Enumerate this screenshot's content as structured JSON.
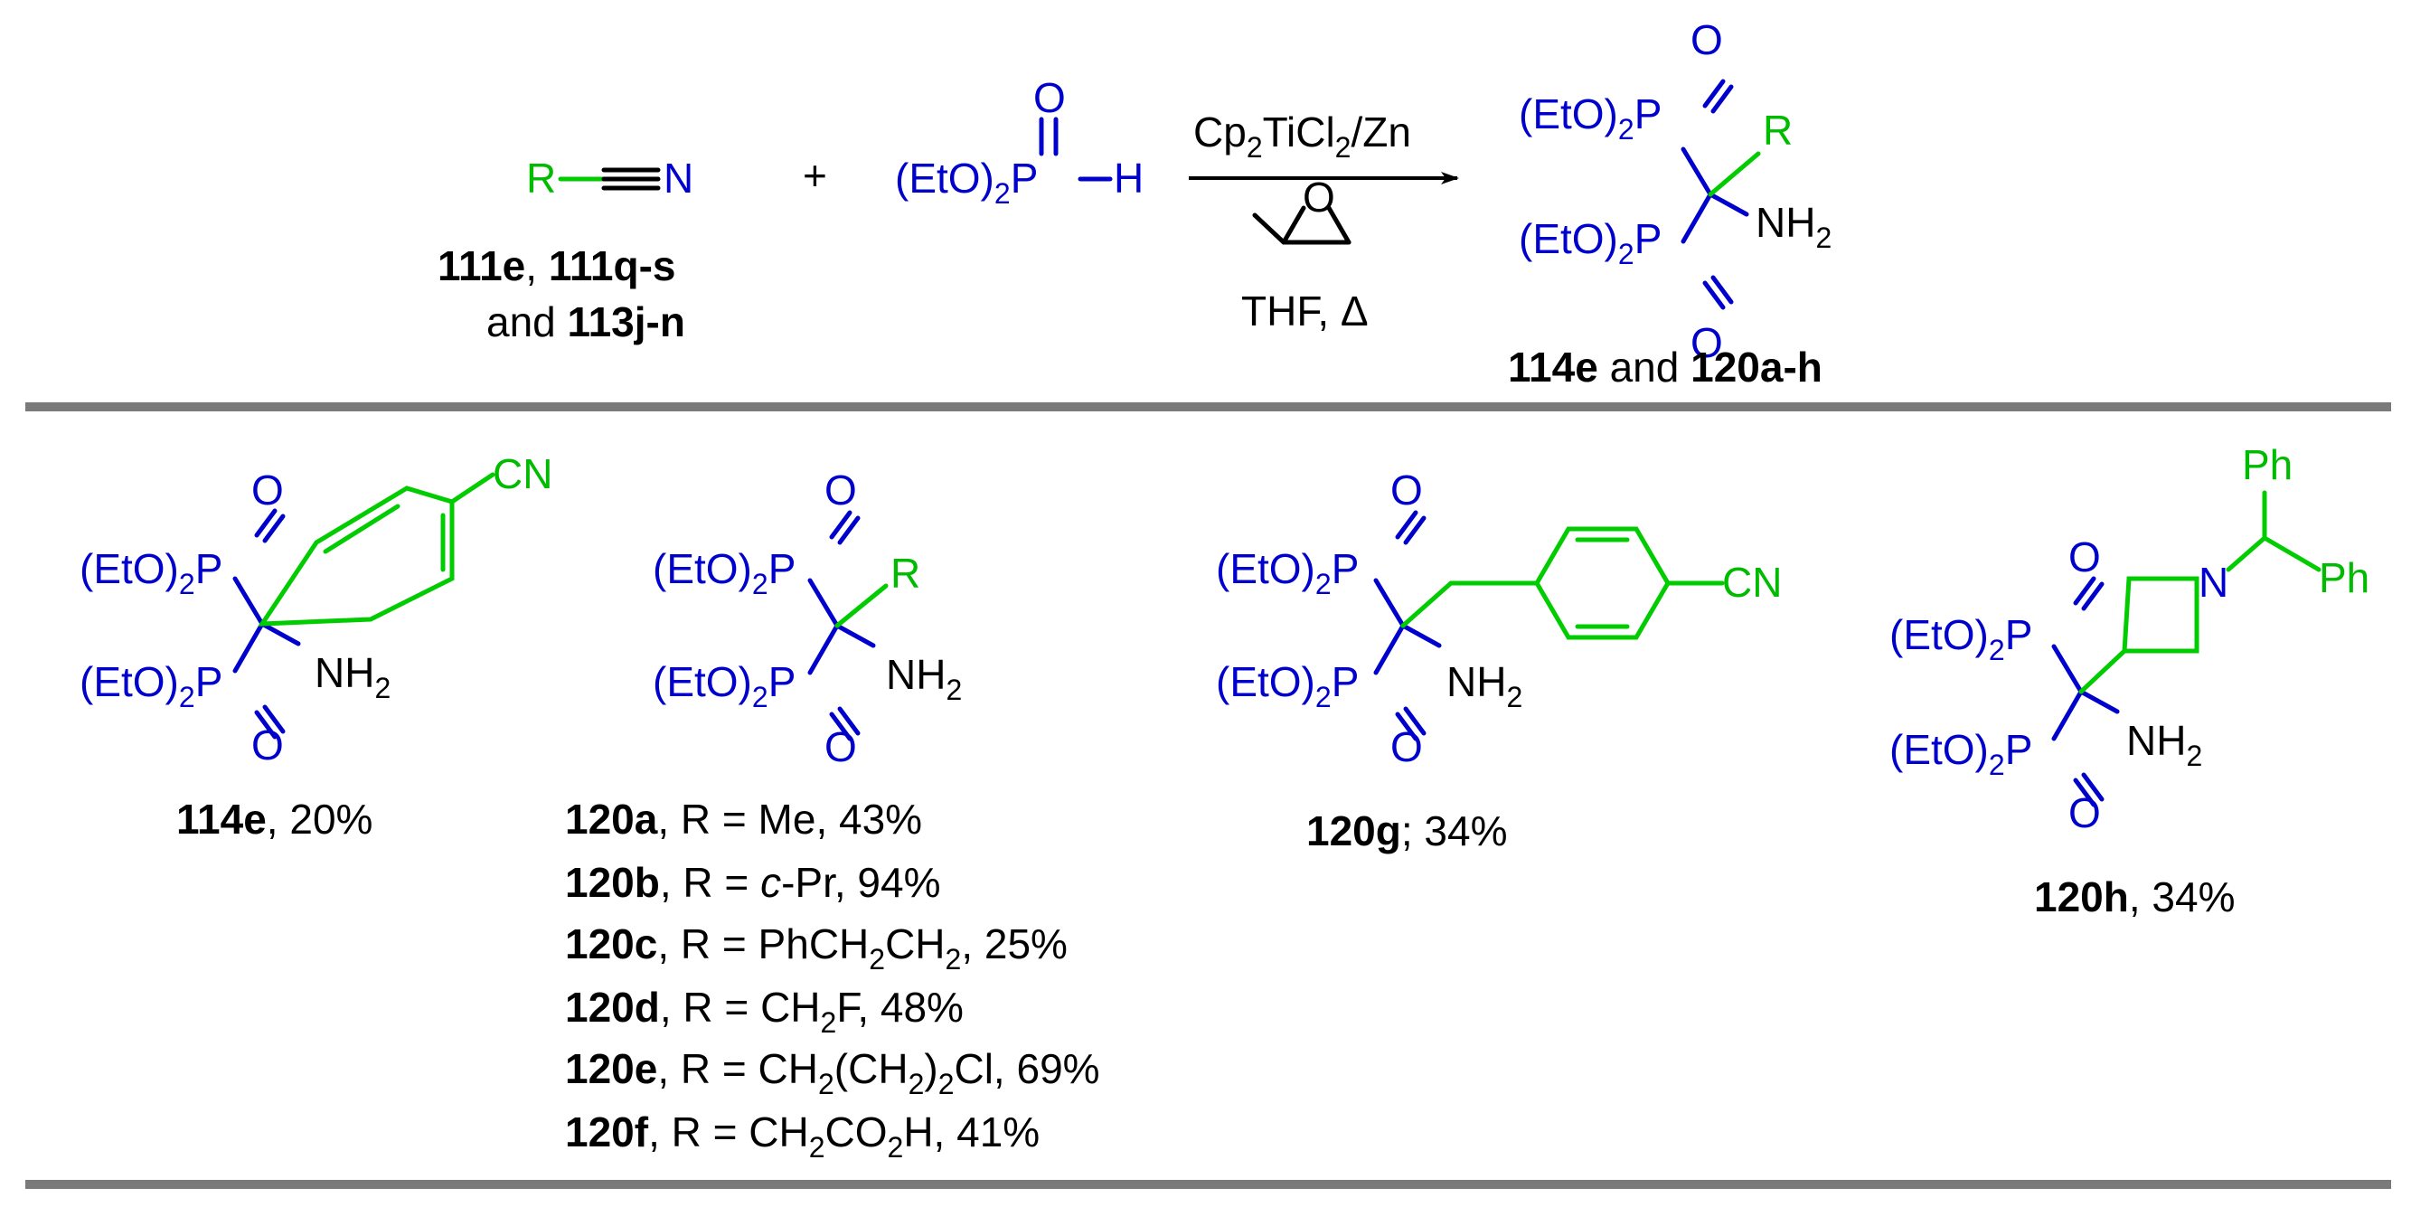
{
  "reaction": {
    "reactant1": {
      "r": "R",
      "n": "N",
      "labels": [
        [
          "111e",
          ", ",
          "111q-s"
        ],
        [
          "and ",
          "113j-n"
        ]
      ]
    },
    "plus": "+",
    "reactant2": {
      "o": "O",
      "left": "(EtO)",
      "sub": "2",
      "p": "P",
      "h": "H"
    },
    "conditions": {
      "line1": "Cp",
      "line1_sub1": "2",
      "line1_mid": "TiCl",
      "line1_sub2": "2",
      "line1_end": "/Zn",
      "line3": "THF, ",
      "delta": "Δ"
    },
    "product": {
      "o": "O",
      "r": "R",
      "etop": "(EtO)",
      "sub": "2",
      "p": "P",
      "nh": "NH",
      "nh_sub": "2",
      "label": [
        "114e",
        " and ",
        "120a-h"
      ]
    }
  },
  "compounds": {
    "c114e": {
      "cn": "CN",
      "label": "114e",
      "yield": ", 20%"
    },
    "c120": {
      "r": "R",
      "entries": [
        {
          "id": "120a",
          "text": ", R = Me, 43%"
        },
        {
          "id": "120b",
          "pre": ", R = ",
          "ital": "c",
          "post": "-Pr, 94%"
        },
        {
          "id": "120c",
          "pre": ", R = PhCH",
          "s1": "2",
          "mid": "CH",
          "s2": "2",
          "post": ", 25%"
        },
        {
          "id": "120d",
          "pre": ", R = CH",
          "s1": "2",
          "post": "F, 48%"
        },
        {
          "id": "120e",
          "pre": ", R = CH",
          "s1": "2",
          "mid": "(CH",
          "s2": "2",
          "mid2": ")",
          "s3": "2",
          "post": "Cl, 69%"
        },
        {
          "id": "120f",
          "pre": ", R = CH",
          "s1": "2",
          "mid": "CO",
          "s2": "2",
          "post": "H, 41%"
        }
      ]
    },
    "c120g": {
      "cn": "CN",
      "label": "120g",
      "yield": "; 34%"
    },
    "c120h": {
      "ph1": "Ph",
      "ph2": "Ph",
      "n": "N",
      "label": "120h",
      "yield": ", 34%"
    }
  },
  "colors": {
    "blue": "#0000cc",
    "green": "#00cc00",
    "rule": "#7a7a7a"
  }
}
